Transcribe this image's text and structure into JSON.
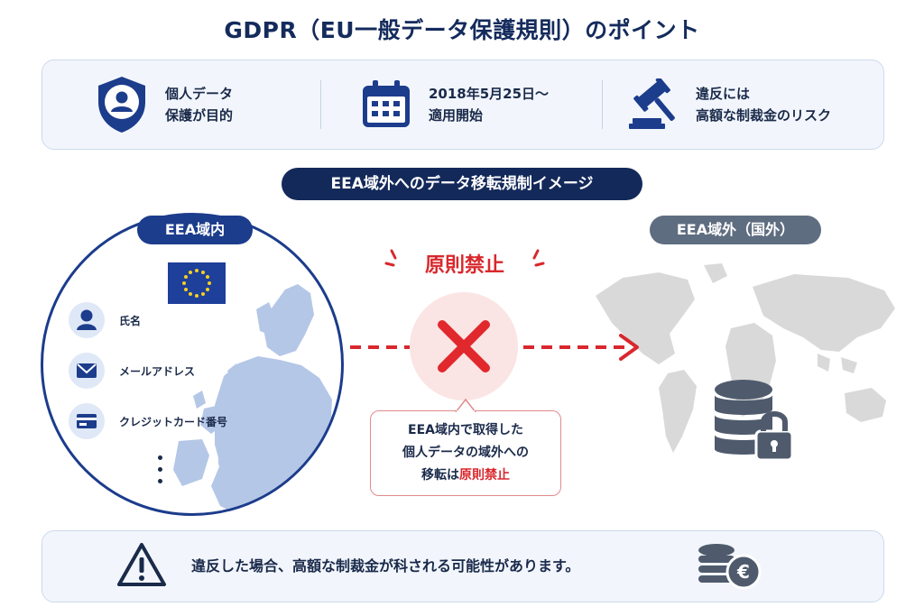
{
  "title": "GDPR（EU一般データ保護規則）のポイント",
  "features": [
    {
      "icon": "shield-user-icon",
      "line1": "個人データ",
      "line2": "保護が目的"
    },
    {
      "icon": "calendar-icon",
      "line1": "2018年5月25日〜",
      "line2": "適用開始"
    },
    {
      "icon": "gavel-icon",
      "line1": "違反には",
      "line2": "高額な制裁金のリスク"
    }
  ],
  "transfer_label": "EEA域外へのデータ移転規制イメージ",
  "eea_inside": {
    "label": "EEA域内",
    "items": [
      {
        "icon": "person-icon",
        "label": "氏名"
      },
      {
        "icon": "envelope-icon",
        "label": "メールアドレス"
      },
      {
        "icon": "credit-card-icon",
        "label": "クレジットカード番号"
      }
    ]
  },
  "eea_outside": {
    "label": "EEA域外（国外）"
  },
  "prohibition": {
    "label": "原則禁止",
    "callout_line1": "EEA域内で取得した",
    "callout_line2": "個人データの域外への",
    "callout_line3_prefix": "移転は",
    "callout_line3_emphasis": "原則禁止"
  },
  "warning": {
    "text": "違反した場合、高額な制裁金が科される可能性があります。"
  },
  "colors": {
    "navy": "#13295a",
    "blue": "#1c3c8c",
    "red": "#d8282d",
    "gray": "#5f6d80",
    "panel": "#f2f6fc"
  }
}
